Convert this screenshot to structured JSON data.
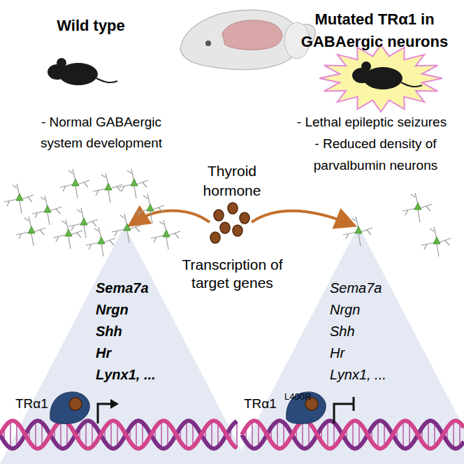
{
  "diagram": {
    "nodes": [
      {
        "text": [
          "Sema7a",
          "Nrgn",
          "Shh",
          "Hr",
          "Lynx1, ...",
          "TRα1"
        ]
      },
      {
        "text": [
          "Sema7a",
          "Nrgn",
          "Shh",
          "Hr",
          "Lynx1, ...",
          "TRα1",
          "L400R"
        ]
      }
    ],
    "labels": [
      "Wild type",
      "Mutated TRα1 in GABAergic neurons",
      "- Normal GABAergic system development",
      "- Lethal epileptic seizures",
      "- Reduced density of parvalbumin neurons",
      "Thyroid hormone",
      "Transcription of target genes"
    ]
  }
}
